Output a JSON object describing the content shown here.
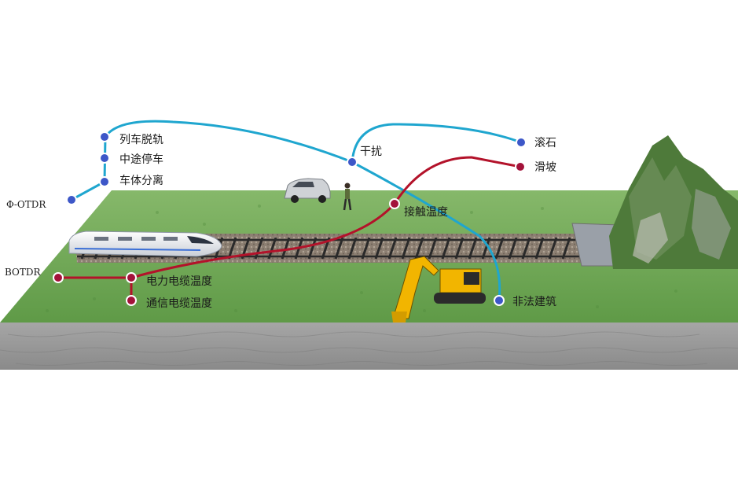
{
  "sources": {
    "phi_otdr": "Φ-OTDR",
    "botdr": "BOTDR"
  },
  "blue_fiber": {
    "color": "#1fa6cf",
    "node_color": "#3d57c8",
    "labels": {
      "derail": "列车脱轨",
      "stop": "中途停车",
      "separate": "车体分离",
      "interference": "干扰",
      "rockfall": "滚石",
      "illegal_building": "非法建筑"
    }
  },
  "red_fiber": {
    "color": "#b3122a",
    "node_color": "#a3123a",
    "labels": {
      "power_cable_temp": "电力电缆温度",
      "comm_cable_temp": "通信电缆温度",
      "contact_temp": "接触温度",
      "landslide": "滑坡"
    }
  },
  "colors": {
    "grass": "#6fa552",
    "grass_dark": "#4f8a3c",
    "ground_side": "#9a9a9a",
    "rail": "#2a2a2a",
    "mountain": "#4e7a3a",
    "excavator": "#f2b500"
  }
}
